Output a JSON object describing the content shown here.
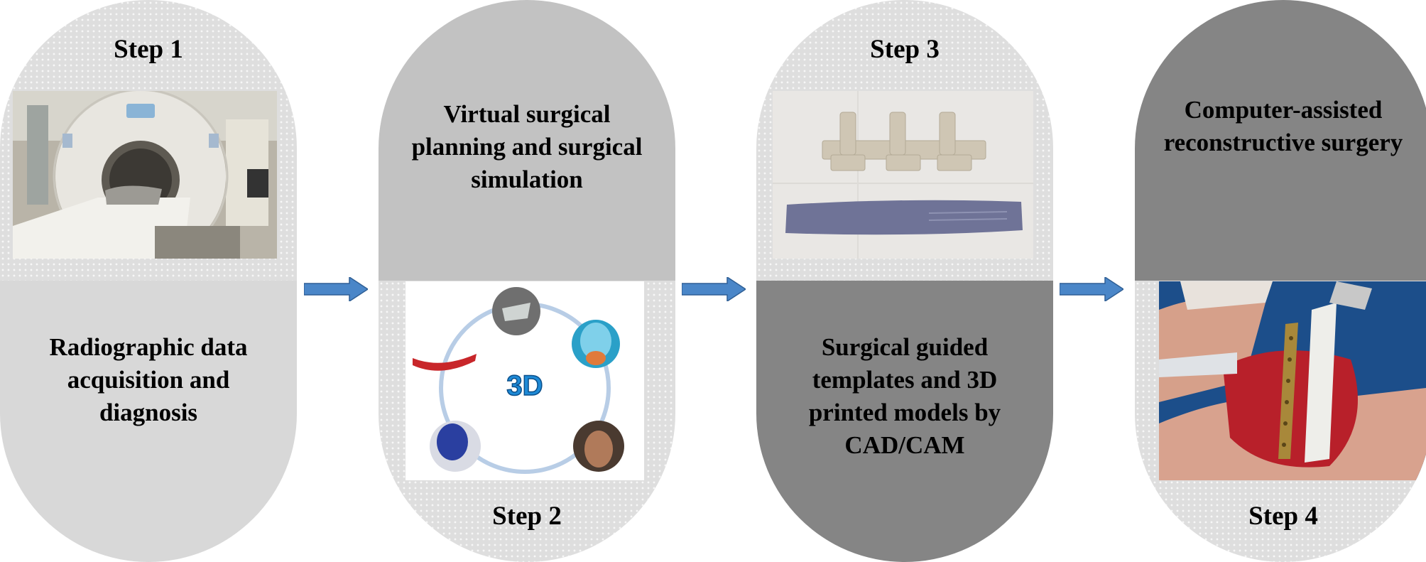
{
  "steps": [
    {
      "label": "Step 1",
      "description": "Radiographic data acquisition and diagnosis",
      "image": "ct-scanner-photo"
    },
    {
      "label": "Step 2",
      "description": "Virtual surgical planning and surgical simulation",
      "image": "virtual-planning-3d-collage"
    },
    {
      "label": "Step 3",
      "description": "Surgical guided templates and 3D printed models by CAD/CAM",
      "image": "printed-surgical-guides-photo"
    },
    {
      "label": "Step 4",
      "description": "Computer-assisted reconstructive surgery",
      "image": "intraoperative-photo"
    }
  ],
  "collage_badge": "3D",
  "colors": {
    "arrow": "#4a86c8",
    "dark_panel": "#858585",
    "medium_panel": "#c2c2c2",
    "light_panel": "#d8d8d8"
  }
}
